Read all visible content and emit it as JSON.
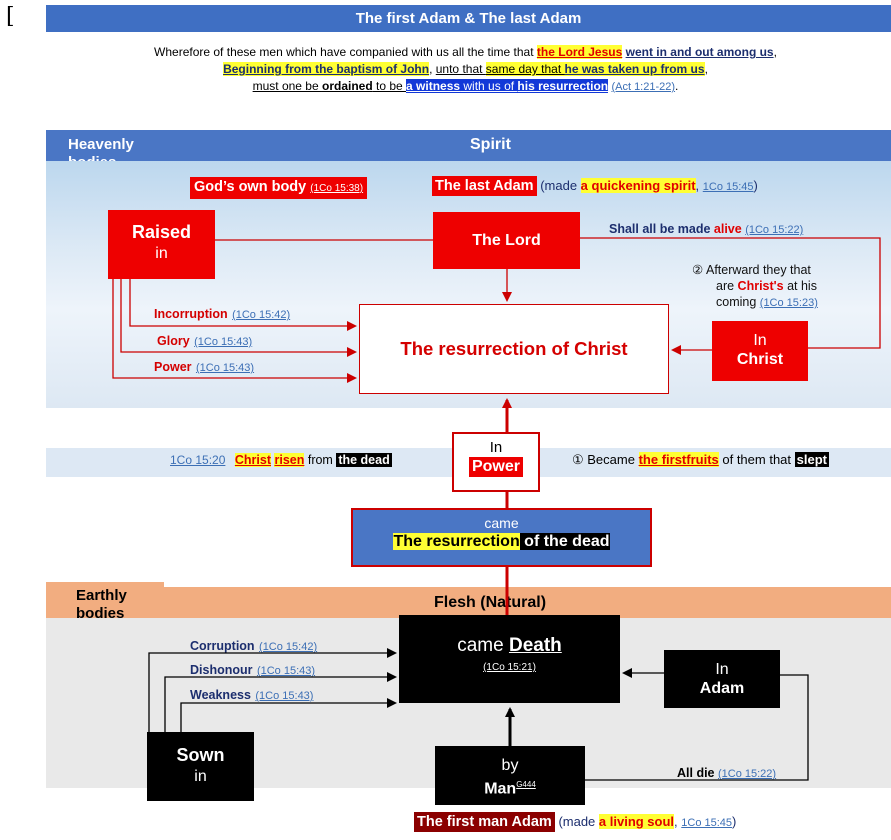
{
  "side_mark": "[",
  "title": "The first Adam & The last Adam",
  "verse": {
    "l1_a": "Wherefore of these men which have companied with us all the time that ",
    "l1_b": "the Lord Jesus",
    "l1_c": " ",
    "l1_d": "went in and out among us",
    "l1_e": ",",
    "l2_a": "Beginning from the baptism of John",
    "l2_b": ", ",
    "l2_c": "unto that ",
    "l2_d": "same day that ",
    "l2_e": "he was taken up from us",
    "l2_f": ",",
    "l3_a": "must one be ",
    "l3_b": "ordained",
    "l3_c": " to be ",
    "l3_d": "a witness",
    "l3_e": " with us of ",
    "l3_f": "his resurrection",
    "l3_g": " ",
    "l3_ref": "(Act 1:21-22)",
    "l3_h": "."
  },
  "heavenly": {
    "band_label_1": "Heavenly",
    "band_label_2": "bodies",
    "band_title": "Spirit",
    "gods_body": "God’s own body",
    "gods_ref": "(1Co 15:38)",
    "last_adam": "The last Adam",
    "made_open": "(made ",
    "quickening": "a quickening spirit",
    "comma": ", ",
    "last_adam_ref": "1Co 15:45",
    "made_close": ")",
    "raised_1": "Raised",
    "raised_2": "in",
    "lord": "The Lord",
    "shall_alive_a": "Shall all be made ",
    "shall_alive_b": "alive",
    "shall_ref": "(1Co 15:22)",
    "afterward_1": "② Afterward they that",
    "afterward_2a": "are ",
    "afterward_2b": "Christ's",
    "afterward_2c": " at his",
    "afterward_3": "coming ",
    "afterward_ref": "(1Co 15:23)",
    "incorruption": "Incorruption",
    "incorruption_ref": "(1Co 15:42)",
    "glory": "Glory",
    "glory_ref": "(1Co 15:43)",
    "power": "Power",
    "power_ref": "(1Co 15:43)",
    "resurrection_christ": "The resurrection of Christ",
    "in_christ_1": "In",
    "in_christ_2": "Christ"
  },
  "middle": {
    "ref": "1Co 15:20",
    "christ": "Christ",
    "risen": "risen",
    "from": " from ",
    "the_dead": "the dead",
    "in_power_1": "In",
    "in_power_2": "Power",
    "became_a": "① Became ",
    "firstfruits": "the firstfruits",
    "became_b": " of them that ",
    "slept": "slept",
    "came": "came",
    "the_resurrection": "The resurrection",
    "of_the_dead": " of the dead"
  },
  "earthly": {
    "band_label_1": "Earthly",
    "band_label_2": "bodies",
    "band_title": "Flesh (Natural)",
    "corruption": "Corruption",
    "corruption_ref": "(1Co 15:42)",
    "dishonour": "Dishonour",
    "dishonour_ref": "(1Co 15:43)",
    "weakness": "Weakness",
    "weakness_ref": "(1Co 15:43)",
    "came_death_a": "came ",
    "came_death_b": "Death",
    "death_ref": "(1Co 15:21)",
    "in_adam_1": "In",
    "in_adam_2": "Adam",
    "sown_1": "Sown",
    "sown_2": "in",
    "by": "by",
    "man": "Man",
    "man_sup": "G444",
    "all_die": "All die ",
    "all_die_ref": "(1Co 15:22)",
    "first_man_adam": "The first man Adam",
    "made_open": " (made ",
    "living_soul": "a living soul",
    "comma": ", ",
    "living_ref": "1Co 15:45",
    "made_close": ")"
  },
  "colors": {
    "title_bar": "#3f6fc3",
    "heavenly_label": "#4a76c5",
    "earthly_label": "#f2ad80",
    "red_box": "#ee0000",
    "dark_red": "#8b0000",
    "arrow_red": "#cc0000"
  }
}
